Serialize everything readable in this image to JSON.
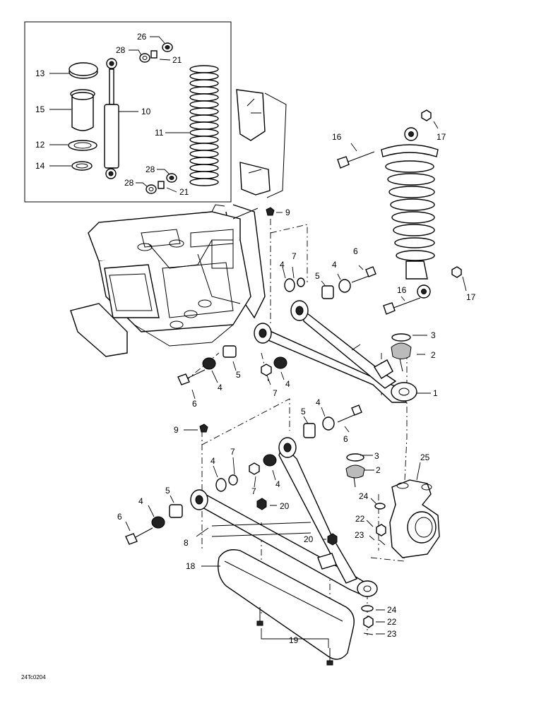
{
  "diagram": {
    "drawing_code": "24Tc0204",
    "inset_labels": [
      "26",
      "28",
      "21",
      "13",
      "15",
      "10",
      "11",
      "12",
      "14",
      "28",
      "28",
      "21"
    ],
    "shock_labels": [
      "16",
      "17",
      "16",
      "17",
      "9"
    ],
    "upper_arm_labels": [
      "7",
      "4",
      "5",
      "4",
      "6",
      "3",
      "2",
      "1",
      "6",
      "4",
      "5",
      "7",
      "4"
    ],
    "lower_arm_labels": [
      "9",
      "5",
      "4",
      "6",
      "7",
      "4",
      "3",
      "2",
      "25",
      "7",
      "4",
      "5",
      "4",
      "6",
      "24",
      "22",
      "23",
      "20",
      "20",
      "8",
      "18",
      "24",
      "22",
      "23",
      "19"
    ]
  }
}
